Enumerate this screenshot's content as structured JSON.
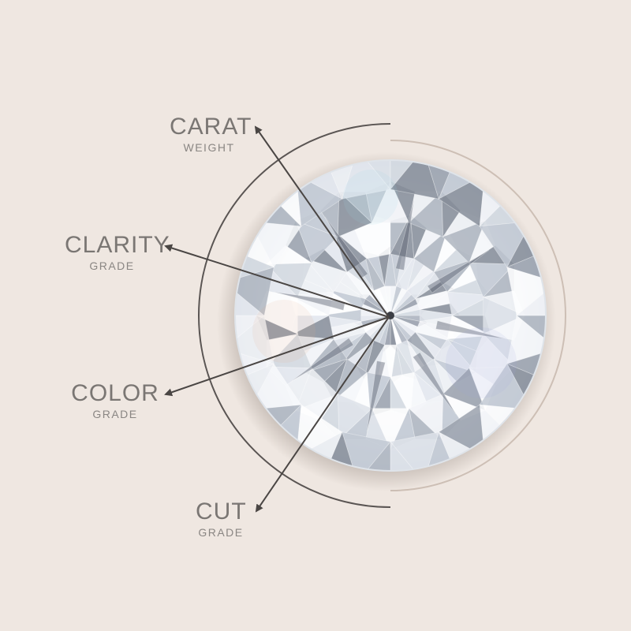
{
  "labels": {
    "carat": {
      "title": "CARAT",
      "subtitle": "WEIGHT"
    },
    "clarity": {
      "title": "CLARITY",
      "subtitle": "GRADE"
    },
    "color": {
      "title": "COLOR",
      "subtitle": "GRADE"
    },
    "cut": {
      "title": "CUT",
      "subtitle": "GRADE"
    }
  },
  "colors": {
    "background": "#efe7e1",
    "text": "#7a7673",
    "arrow": "#4a4644",
    "inner_arc": "#5a5553",
    "outer_arc": "#cdbfb5"
  },
  "icons": [
    "diamond-illustration",
    "arrow-icon"
  ]
}
